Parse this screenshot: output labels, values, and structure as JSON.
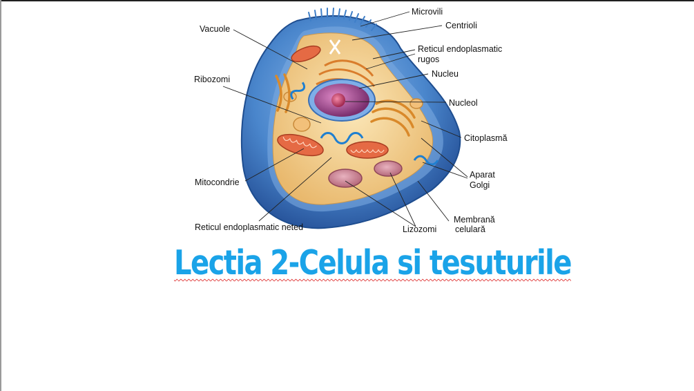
{
  "labels": {
    "microvili": "Microvili",
    "centrioli": "Centrioli",
    "vacuole": "Vacuole",
    "reticul_rugos_1": "Reticul endoplasmatic",
    "reticul_rugos_2": "rugos",
    "nucleu": "Nucleu",
    "ribozomi": "Ribozomi",
    "nucleol": "Nucleol",
    "citoplasma": "Citoplasmă",
    "aparat_golgi_1": "Aparat",
    "aparat_golgi_2": "Golgi",
    "mitocondrie": "Mitocondrie",
    "membrana_1": "Membrană",
    "membrana_2": "celulară",
    "reticul_neted": "Reticul endoplasmatic neted",
    "lizozomi": "Lizozomi"
  },
  "title": {
    "text": "Lectia 2-Celula si tesuturile",
    "color": "#1aa3e8",
    "underline_color": "#e03a3a"
  },
  "colors": {
    "membrane_outer": "#2f6fb8",
    "membrane_inner": "#5b93d3",
    "cytoplasm": "#f4d79a",
    "nucleus": "#b05a9a",
    "nucleolus": "#c43a6a",
    "mitochondria": "#e05a3a",
    "golgi": "#d9892a",
    "reticulum": "#2f8fd0"
  }
}
